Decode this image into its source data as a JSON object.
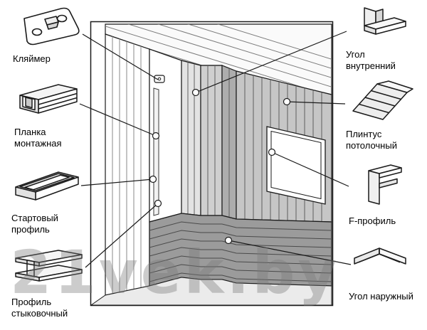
{
  "watermark": "21vek.by",
  "items": {
    "left": [
      {
        "label": "Кляймер",
        "icon": "klyammer-icon"
      },
      {
        "label": "Планка монтажная",
        "icon": "mounting-strip-icon"
      },
      {
        "label": "Стартовый профиль",
        "icon": "start-profile-icon"
      },
      {
        "label": "Профиль стыковочный",
        "icon": "joint-profile-icon"
      }
    ],
    "right": [
      {
        "label": "Угол внутренний",
        "icon": "inner-corner-icon"
      },
      {
        "label": "Плинтус потолочный",
        "icon": "ceiling-plinth-icon"
      },
      {
        "label": "F-профиль",
        "icon": "f-profile-icon"
      },
      {
        "label": "Угол наружный",
        "icon": "outer-corner-icon"
      }
    ]
  },
  "colors": {
    "line": "#1a1a1a",
    "wall_white": "#ffffff",
    "column_light_gray": "#e3e3e3",
    "column_front_gray": "#cfcfcf",
    "right_wall_gray": "#c6c6c6",
    "wainscot_gray": "#9b9b9b",
    "floor_gray": "#ebebeb",
    "watermark_gray": "#7a7a7a"
  }
}
